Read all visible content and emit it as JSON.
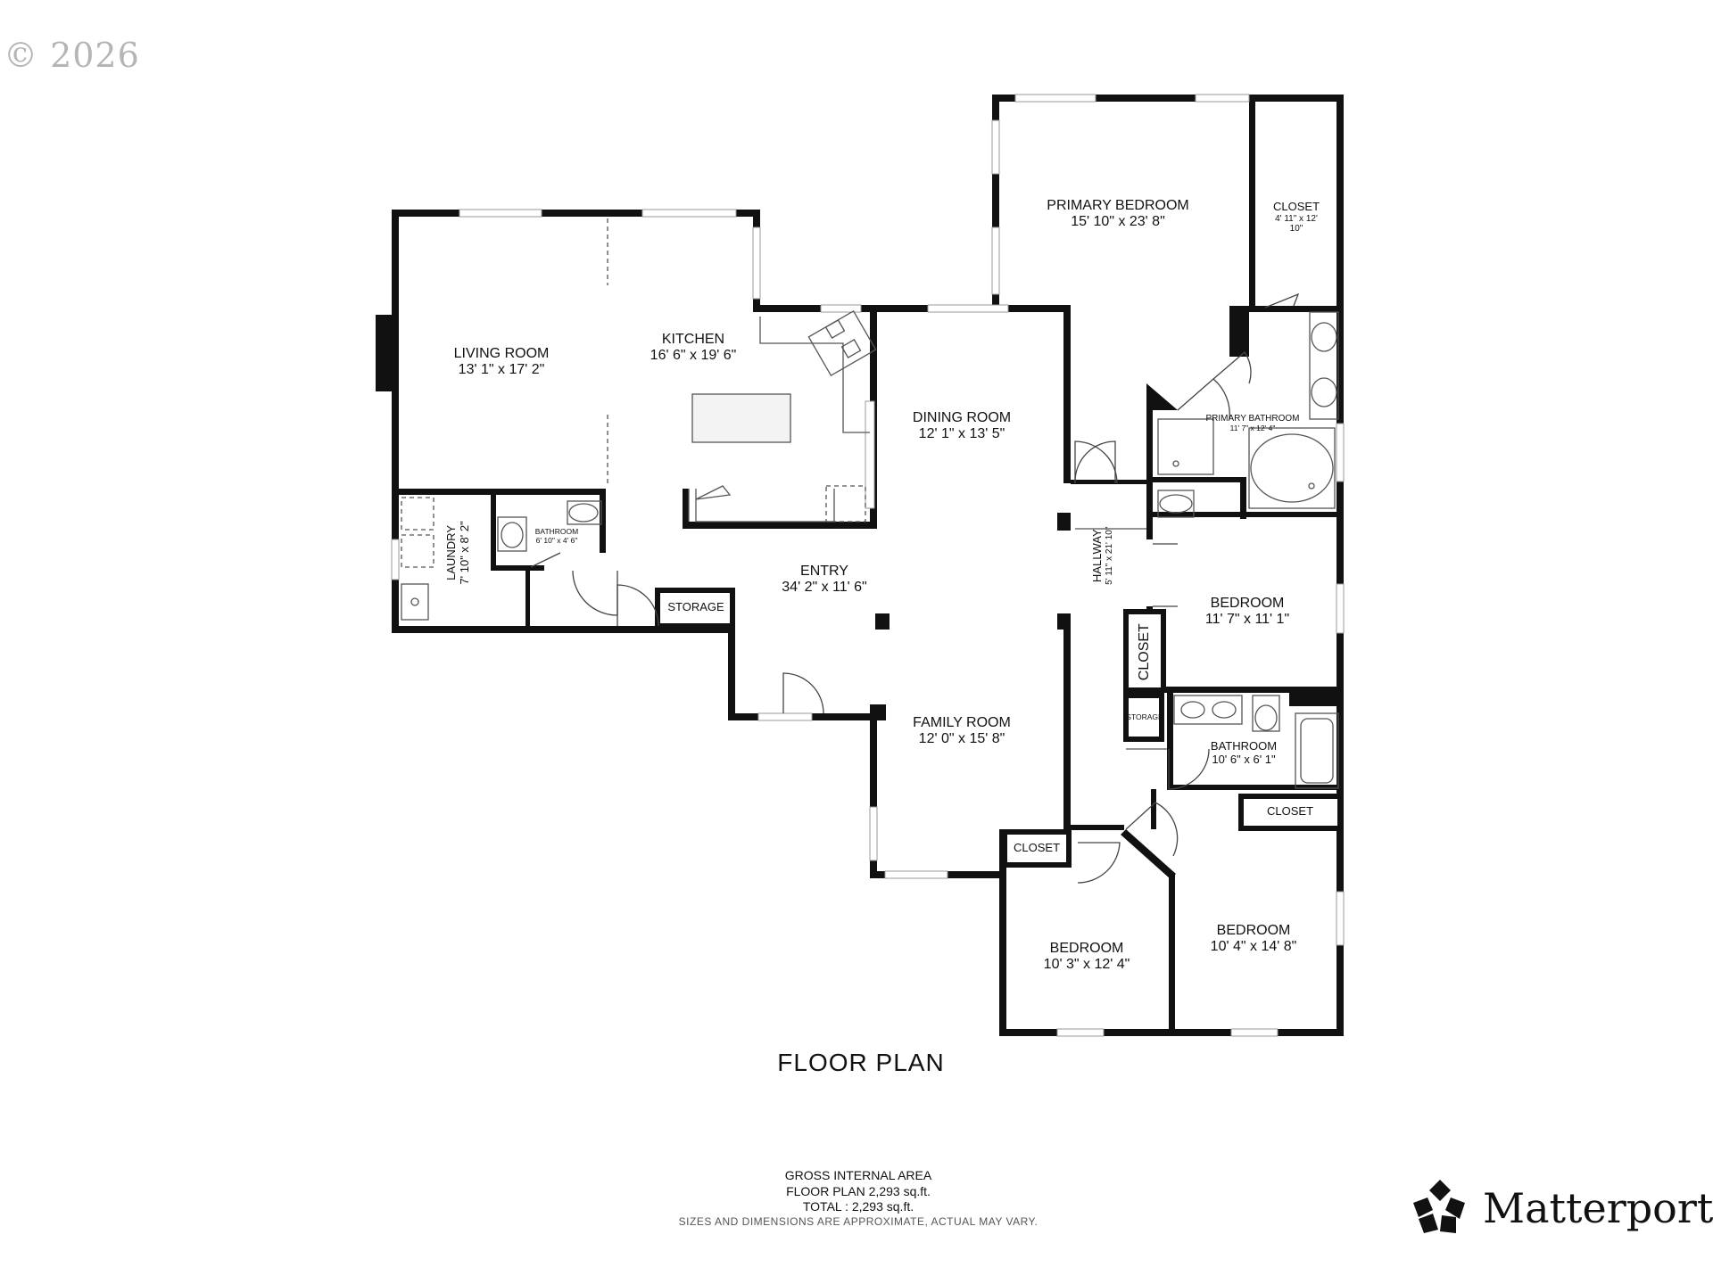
{
  "watermark": "© 2026",
  "title": "FLOOR PLAN",
  "rooms": {
    "living_room": {
      "name": "LIVING ROOM",
      "dims": "13' 1\" x 17' 2\""
    },
    "kitchen": {
      "name": "KITCHEN",
      "dims": "16' 6\" x 19' 6\""
    },
    "primary_bedroom": {
      "name": "PRIMARY BEDROOM",
      "dims": "15' 10\" x 23' 8\""
    },
    "closet_primary": {
      "name": "CLOSET",
      "dims": "4' 11\" x 12'",
      "dims2": "10\""
    },
    "primary_bathroom": {
      "name": "PRIMARY BATHROOM",
      "dims": "11' 7\" x 12' 4\""
    },
    "dining_room": {
      "name": "DINING ROOM",
      "dims": "12' 1\" x 13' 5\""
    },
    "laundry": {
      "name": "LAUNDRY",
      "dims": "7' 10\" x 8' 2\""
    },
    "bathroom_small": {
      "name": "BATHROOM",
      "dims": "6' 10\" x 4' 6\""
    },
    "entry": {
      "name": "ENTRY",
      "dims": "34' 2\" x 11' 6\""
    },
    "storage_entry": {
      "name": "STORAGE"
    },
    "hallway": {
      "name": "HALLWAY",
      "dims": "5' 11\" x 21' 10\""
    },
    "bedroom_2": {
      "name": "BEDROOM",
      "dims": "11' 7\" x 11' 1\""
    },
    "closet_vertical": {
      "name": "CLOSET"
    },
    "storage_hall": {
      "name": "STORAGE"
    },
    "bathroom_hall": {
      "name": "BATHROOM",
      "dims": "10' 6\" x 6' 1\""
    },
    "family_room": {
      "name": "FAMILY ROOM",
      "dims": "12' 0\" x 15' 8\""
    },
    "closet_bed4": {
      "name": "CLOSET"
    },
    "closet_bed3": {
      "name": "CLOSET"
    },
    "bedroom_3": {
      "name": "BEDROOM",
      "dims": "10' 3\" x 12' 4\""
    },
    "bedroom_4": {
      "name": "BEDROOM",
      "dims": "10' 4\" x 14' 8\""
    }
  },
  "area": {
    "heading": "GROSS INTERNAL AREA",
    "floor": "FLOOR PLAN 2,293 sq.ft.",
    "total": "TOTAL :  2,293 sq.ft.",
    "disclaimer": "SIZES AND DIMENSIONS ARE APPROXIMATE, ACTUAL MAY VARY."
  },
  "brand": {
    "name": "Matterport",
    "mark": "®",
    "logo_icon": "matterport-logo-icon"
  }
}
